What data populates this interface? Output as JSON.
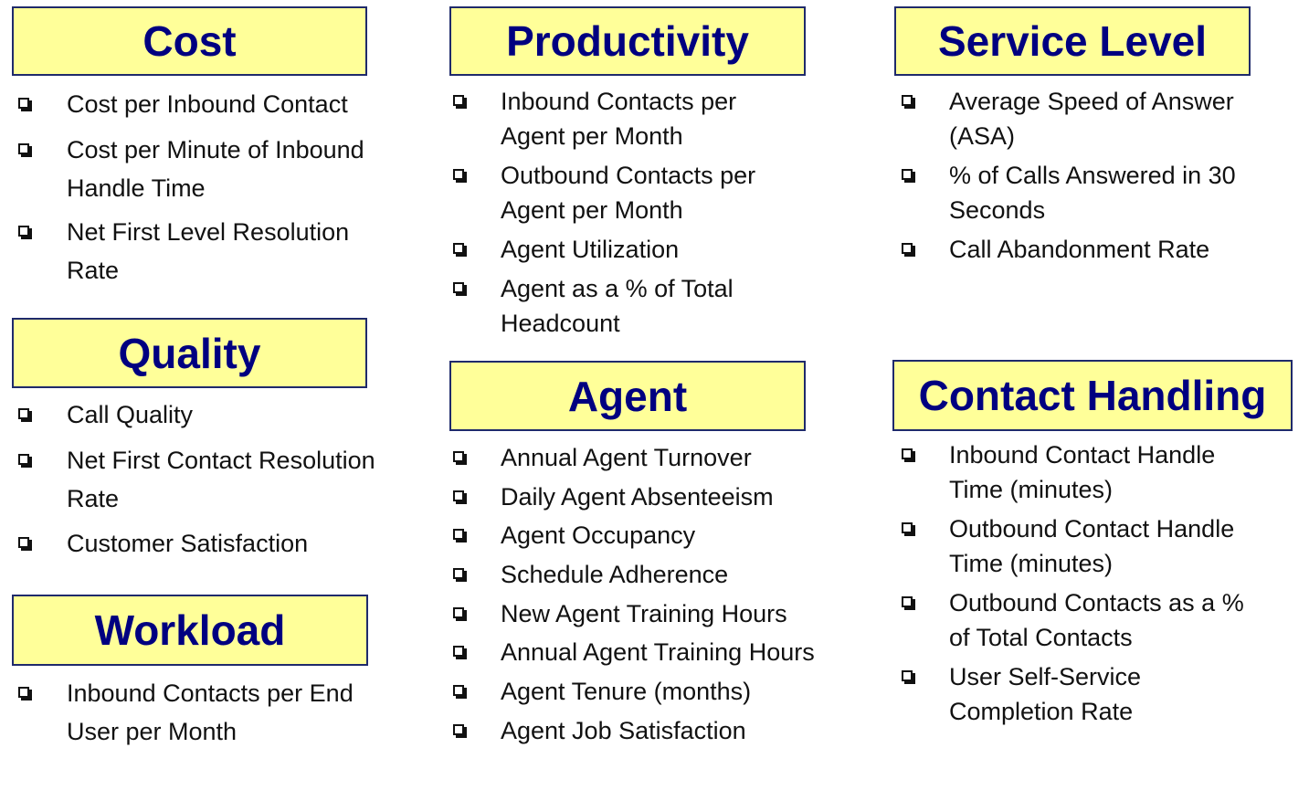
{
  "sections": {
    "cost": {
      "title": "Cost",
      "items": [
        "Cost per Inbound Contact",
        "Cost per Minute of Inbound\nHandle Time",
        "Net First Level Resolution\nRate"
      ]
    },
    "quality": {
      "title": "Quality",
      "items": [
        "Call Quality",
        "Net First Contact Resolution\nRate",
        "Customer Satisfaction"
      ]
    },
    "workload": {
      "title": "Workload",
      "items": [
        "Inbound Contacts per End\nUser per Month"
      ]
    },
    "productivity": {
      "title": "Productivity",
      "items": [
        "Inbound Contacts per\nAgent per Month",
        "Outbound Contacts per\nAgent per Month",
        "Agent Utilization",
        "Agent as a % of Total\nHeadcount"
      ]
    },
    "agent": {
      "title": "Agent",
      "items": [
        "Annual Agent Turnover",
        "Daily Agent Absenteeism",
        "Agent Occupancy",
        "Schedule Adherence",
        "New Agent Training Hours",
        "Annual Agent Training Hours",
        "Agent Tenure (months)",
        "Agent Job Satisfaction"
      ]
    },
    "service_level": {
      "title": "Service Level",
      "items": [
        "Average Speed of Answer\n(ASA)",
        "% of Calls Answered in 30\nSeconds",
        "Call Abandonment Rate"
      ]
    },
    "contact_handling": {
      "title": "Contact Handling",
      "items": [
        "Inbound Contact Handle\nTime (minutes)",
        "Outbound Contact Handle\nTime (minutes)",
        "Outbound Contacts as a %\nof Total Contacts",
        "User Self-Service\nCompletion Rate"
      ]
    }
  }
}
